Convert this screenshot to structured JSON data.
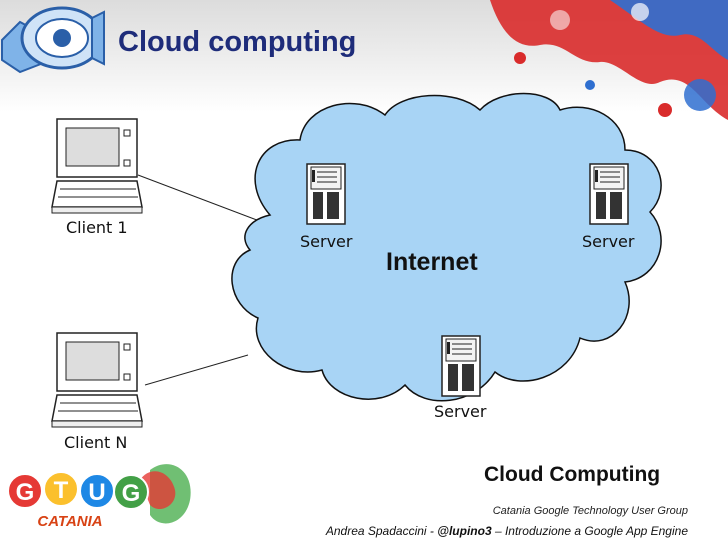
{
  "slide": {
    "title": "Cloud computing"
  },
  "diagram": {
    "cloud_label": "Internet",
    "clients": [
      {
        "label": "Client 1"
      },
      {
        "label": "Client N"
      }
    ],
    "servers": [
      {
        "label": "Server"
      },
      {
        "label": "Server"
      },
      {
        "label": "Server"
      }
    ]
  },
  "footer": {
    "heading": "Cloud Computing",
    "group": "Catania Google Technology User Group",
    "author": "Andrea Spadaccini",
    "handle": "@lupino3",
    "talk": "Introduzione a Google App Engine",
    "sep1": " - ",
    "sep2": " – "
  },
  "logos": {
    "app_engine": "app-engine-logo",
    "gtug": "GTUG",
    "gtug_city": "CATANIA"
  },
  "colors": {
    "title": "#1e2c7a",
    "cloud_fill": "#a8d4f5",
    "cloud_stroke": "#111111"
  }
}
